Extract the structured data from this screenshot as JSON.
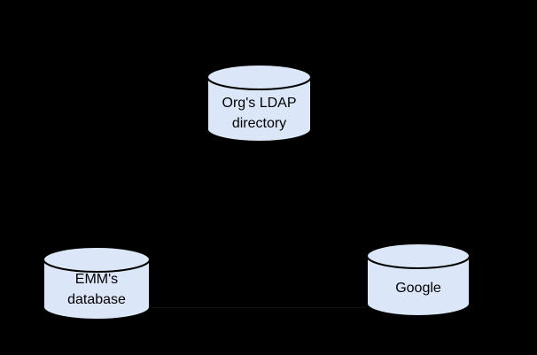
{
  "diagram": {
    "background_color": "#000000",
    "node_fill_color": "#dbe7f8",
    "node_stroke_color": "#000000",
    "nodes": [
      {
        "id": "orgs-ldap-directory",
        "lines": [
          "Org's LDAP",
          "directory"
        ]
      },
      {
        "id": "emms-database",
        "lines": [
          "EMM's",
          "database"
        ]
      },
      {
        "id": "google",
        "lines": [
          "Google"
        ]
      }
    ]
  }
}
